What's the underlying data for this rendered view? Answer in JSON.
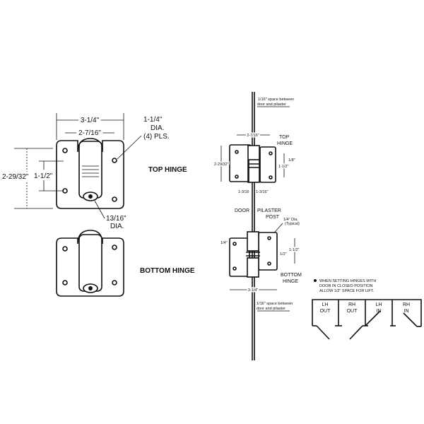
{
  "left": {
    "dim_width": "3-1/4\"",
    "dim_inner": "2-7/16\"",
    "dim_hole_line1": "1-1/4\"",
    "dim_hole_line2": "DIA.",
    "dim_hole_line3": "(4) PLS.",
    "dim_height": "2-29/32\"",
    "dim_spacing": "1-1/2\"",
    "dim_barrel_line1": "13/16\"",
    "dim_barrel_line2": "DIA.",
    "top_label": "TOP HINGE",
    "bottom_label": "BOTTOM HINGE"
  },
  "right": {
    "gap_note_top_1": "1/16\" space between",
    "gap_note_top_2": "door and pilaster",
    "top_width": "2-7/16\"",
    "top_label_1": "TOP",
    "top_label_2": "HINGE",
    "top_height": "2-29/32\"",
    "top_offset": "1/8\"",
    "top_spacing": "1-1/2\"",
    "top_left_w": "1-3/16",
    "top_right_w": "1-3/16\"",
    "door": "DOOR",
    "pilaster_1": "PILASTER",
    "pilaster_2": "POST",
    "hole_note_1": "1/4\" Dia.",
    "hole_note_2": "(Typical)",
    "bot_offset": "1/4\"",
    "bot_half": "1/2\"",
    "bot_spacing": "1-1/2\"",
    "bottom_label_1": "BOTTOM",
    "bottom_label_2": "HINGE",
    "bot_width": "3-1/4\"",
    "gap_note_bot_1": "1/16\" space between",
    "gap_note_bot_2": "door and pilaster",
    "note_1": "WHEN SETTING HINGES WITH",
    "note_2": "DOOR IN CLOSED POSITION",
    "note_3": "ALLOW 1/2\" SPACE FOR LIFT.",
    "swings": [
      {
        "a": "LH",
        "b": "OUT"
      },
      {
        "a": "RH",
        "b": "OUT"
      },
      {
        "a": "LH",
        "b": "IN"
      },
      {
        "a": "RH",
        "b": "IN"
      }
    ]
  }
}
